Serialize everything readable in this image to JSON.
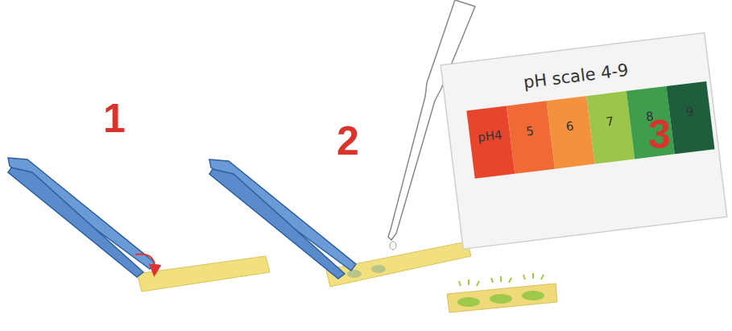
{
  "diagram": {
    "nodes": [
      {
        "text": [
          "pH scale 4-9",
          "pH4",
          "5",
          "6",
          "7",
          "8",
          "9"
        ]
      }
    ],
    "labels": [
      "1",
      "2",
      "3"
    ]
  }
}
